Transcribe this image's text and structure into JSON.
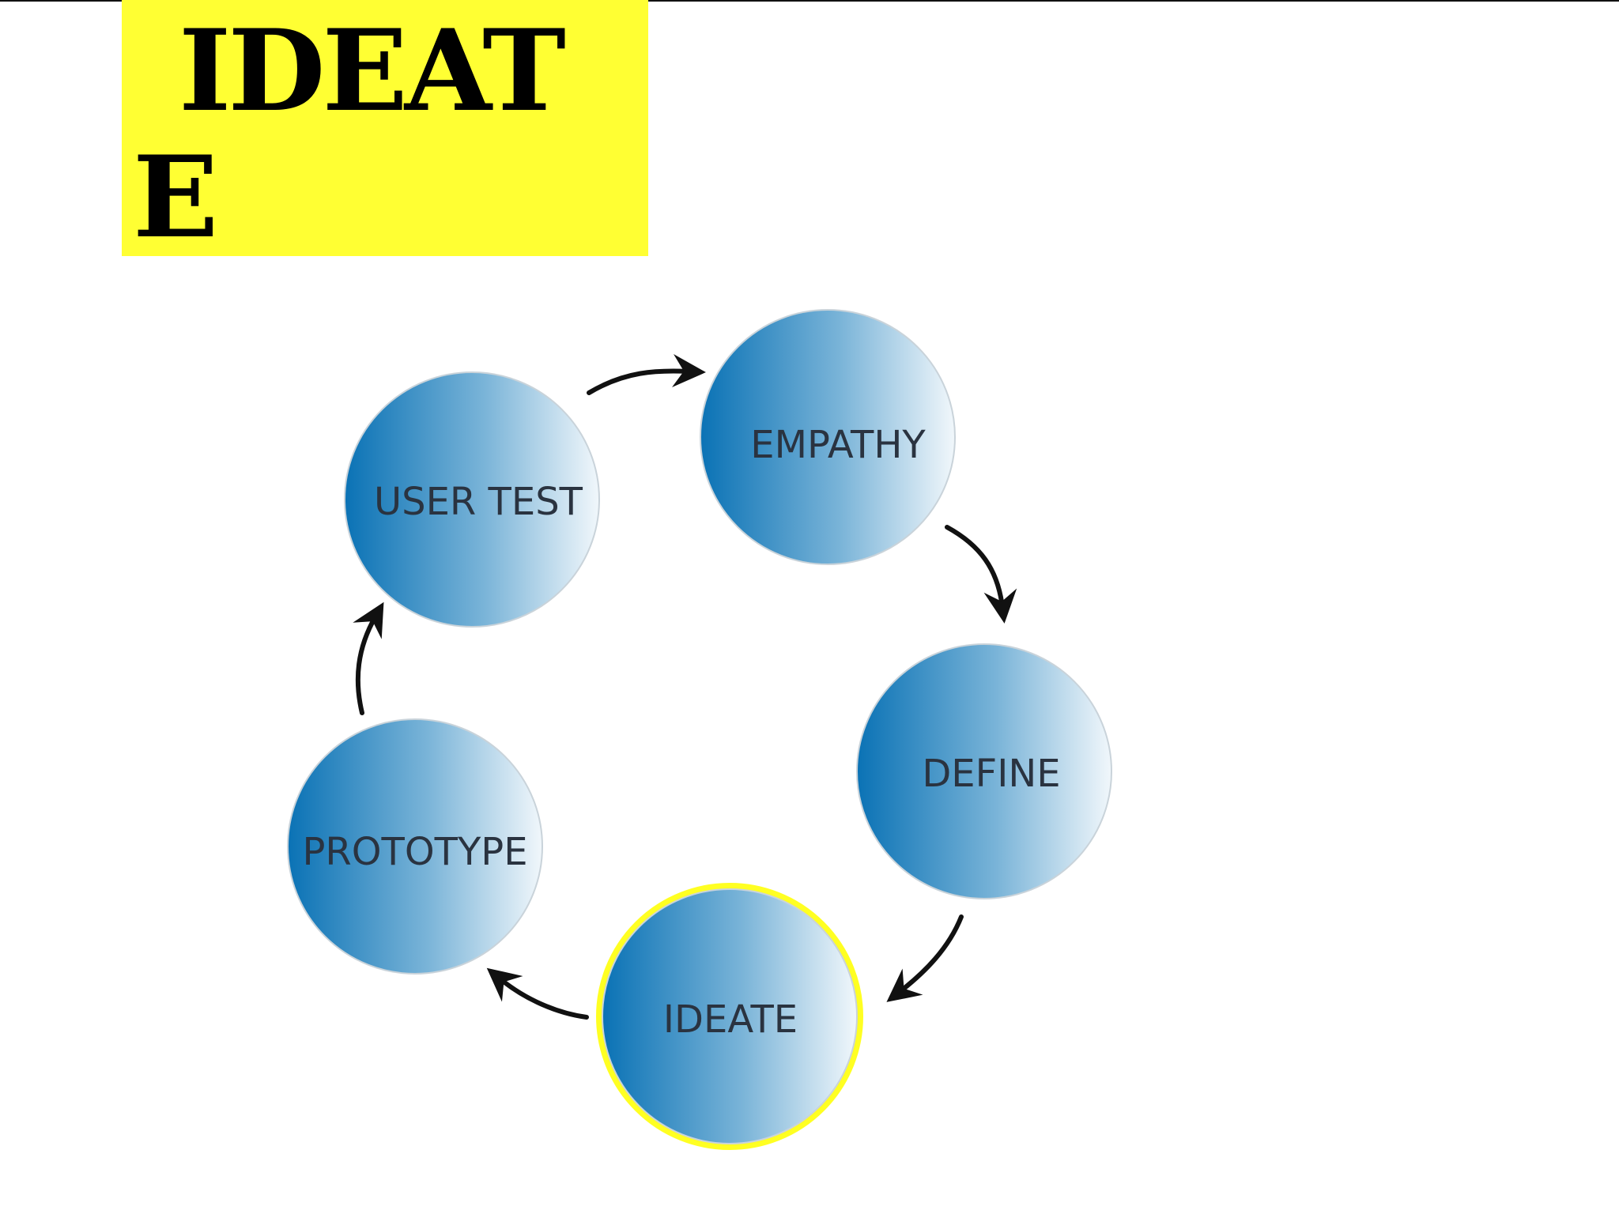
{
  "title": "IDEATE",
  "stages": [
    {
      "label": "EMPATHY",
      "highlighted": false
    },
    {
      "label": "DEFINE",
      "highlighted": false
    },
    {
      "label": "IDEATE",
      "highlighted": true
    },
    {
      "label": "PROTOTYPE",
      "highlighted": false
    },
    {
      "label": "USER TEST",
      "highlighted": false
    }
  ],
  "colors": {
    "title_background": "#ffff33",
    "highlight_ring": "#ffff22",
    "circle_dark": "#0a72b5",
    "circle_light": "#f1f7fb",
    "arrow": "#111111"
  }
}
